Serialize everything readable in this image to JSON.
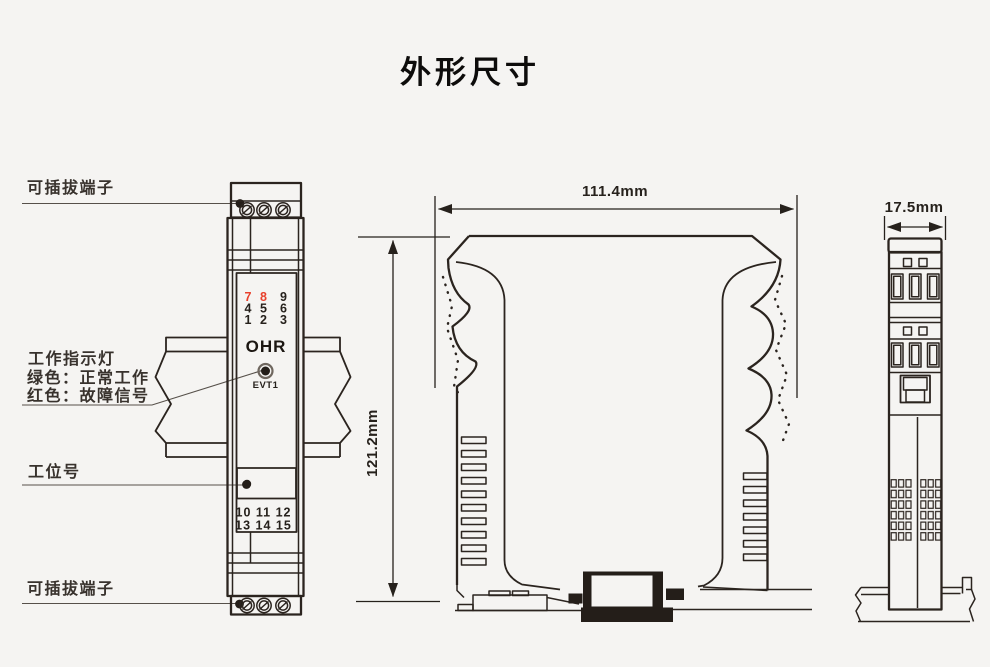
{
  "title": "外形尺寸",
  "colors": {
    "background": "#f5f4f2",
    "line": "#2b241f",
    "red_digits": "#e8402c",
    "label_text": "#38322d"
  },
  "callouts": {
    "top_terminal": "可插拔端子",
    "indicator_title": "工作指示灯",
    "indicator_green": "绿色：正常工作",
    "indicator_red": "红色：故障信号",
    "station_no": "工位号",
    "bottom_terminal": "可插拔端子"
  },
  "front_view": {
    "brand": "OHR",
    "led_label": "EVT1",
    "terminal_grid": {
      "c1": [
        "7",
        "4",
        "1"
      ],
      "c2": [
        "8",
        "5",
        "2"
      ],
      "c3": [
        "9",
        "6",
        "3"
      ]
    },
    "bottom_row1": "10 11 12",
    "bottom_row2": "13 14 15"
  },
  "dimensions": {
    "width": "111.4mm",
    "height": "121.2mm",
    "depth": "17.5mm"
  }
}
